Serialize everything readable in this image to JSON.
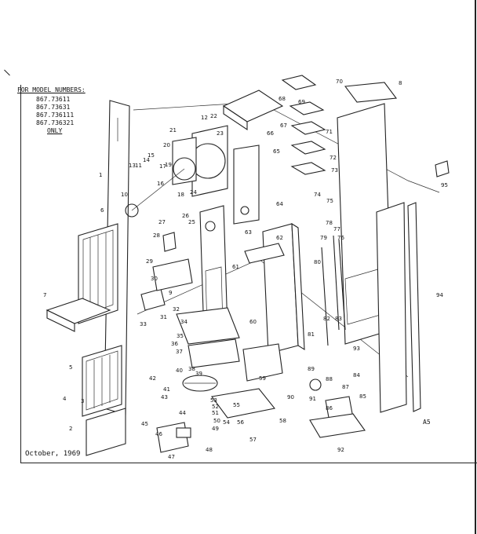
{
  "header": {
    "model_header": "FOR MODEL NUMBERS:",
    "models": [
      "867.73611",
      "867.73631",
      "867.736111",
      "867.736321"
    ],
    "only": "ONLY"
  },
  "footer": {
    "date": "October, 1969",
    "page_code": "A5"
  },
  "callouts": [
    "1",
    "2",
    "3",
    "4",
    "5",
    "6",
    "7",
    "8",
    "9",
    "10",
    "11",
    "12",
    "13",
    "14",
    "15",
    "16",
    "17",
    "18",
    "19",
    "20",
    "21",
    "22",
    "23",
    "24",
    "25",
    "26",
    "27",
    "28",
    "29",
    "30",
    "31",
    "32",
    "33",
    "34",
    "35",
    "36",
    "37",
    "38",
    "39",
    "40",
    "41",
    "42",
    "43",
    "44",
    "45",
    "46",
    "47",
    "48",
    "49",
    "50",
    "51",
    "52",
    "53",
    "54",
    "55",
    "56",
    "57",
    "58",
    "59",
    "60",
    "61",
    "62",
    "63",
    "64",
    "65",
    "66",
    "67",
    "68",
    "69",
    "70",
    "71",
    "72",
    "73",
    "74",
    "75",
    "76",
    "77",
    "78",
    "79",
    "80",
    "81",
    "82",
    "83",
    "84",
    "85",
    "86",
    "87",
    "88",
    "89",
    "90",
    "91",
    "92",
    "93",
    "94",
    "95"
  ]
}
